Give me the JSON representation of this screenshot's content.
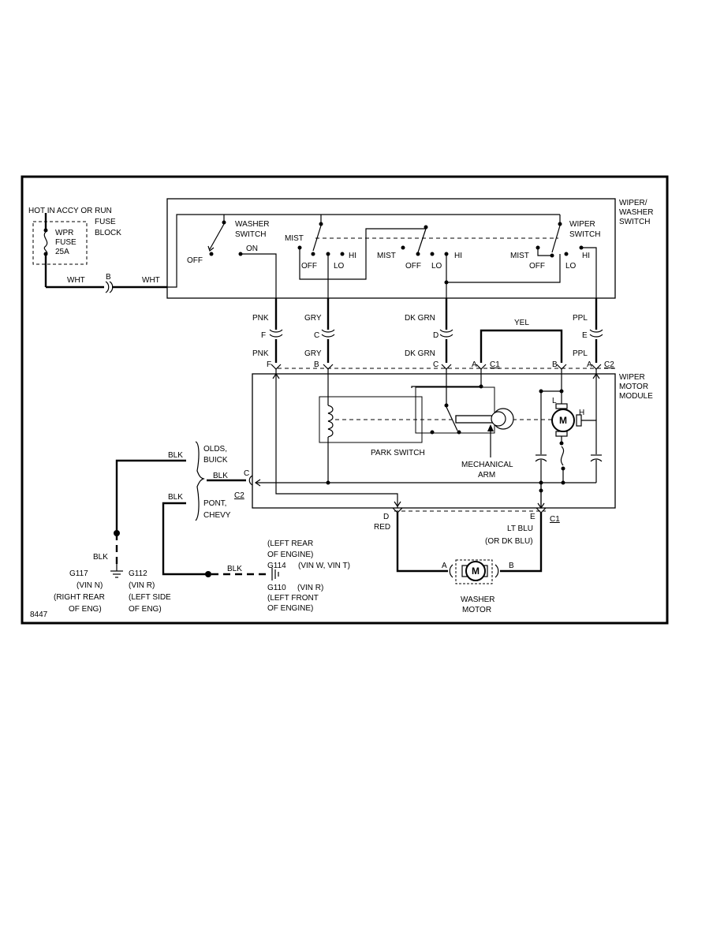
{
  "power": {
    "hot_label": "HOT IN ACCY OR RUN",
    "fuse_line1": "WPR",
    "fuse_line2": "FUSE",
    "fuse_line3": "25A",
    "block_line1": "FUSE",
    "block_line2": "BLOCK"
  },
  "wires": {
    "wht": "WHT",
    "pnk": "PNK",
    "gry": "GRY",
    "dk_grn": "DK GRN",
    "ppl": "PPL",
    "yel": "YEL",
    "blk": "BLK",
    "red": "RED",
    "lt_blu": "LT BLU",
    "dk_blu": "(OR DK BLU)"
  },
  "switch_module": {
    "title_line1": "WIPER/",
    "title_line2": "WASHER",
    "title_line3": "SWITCH",
    "washer_line1": "WASHER",
    "washer_line2": "SWITCH",
    "wiper_line1": "WIPER",
    "wiper_line2": "SWITCH",
    "off": "OFF",
    "on": "ON",
    "mist": "MIST",
    "lo": "LO",
    "hi": "HI"
  },
  "connectors": {
    "a": "A",
    "b": "B",
    "c": "C",
    "d": "D",
    "e": "E",
    "f": "F",
    "c1": "C1",
    "c2": "C2"
  },
  "motor_module": {
    "title_line1": "WIPER",
    "title_line2": "MOTOR",
    "title_line3": "MODULE",
    "park_switch": "PARK SWITCH",
    "arm_line1": "MECHANICAL",
    "arm_line2": "ARM",
    "l": "L",
    "h": "H",
    "m": "M"
  },
  "vehicle": {
    "olds": "OLDS,",
    "buick": "BUICK",
    "pont": "PONT,",
    "chevy": "CHEVY"
  },
  "grounds": {
    "g117": "G117",
    "g117_vin": "(VIN N)",
    "g117_loc1": "(RIGHT REAR",
    "g117_loc2": "OF ENG)",
    "g112": "G112",
    "g112_vin": "(VIN R)",
    "g112_loc1": "(LEFT SIDE",
    "g112_loc2": "OF ENG)",
    "g114_loc1": "(LEFT REAR",
    "g114_loc2": "OF ENGINE)",
    "g114": "G114",
    "g114_vin": "(VIN W, VIN T)",
    "g110": "G110",
    "g110_vin": "(VIN R)",
    "g110_loc1": "(LEFT FRONT",
    "g110_loc2": "OF ENGINE)"
  },
  "washer_motor": {
    "line1": "WASHER",
    "line2": "MOTOR"
  },
  "figure_number": "8447"
}
